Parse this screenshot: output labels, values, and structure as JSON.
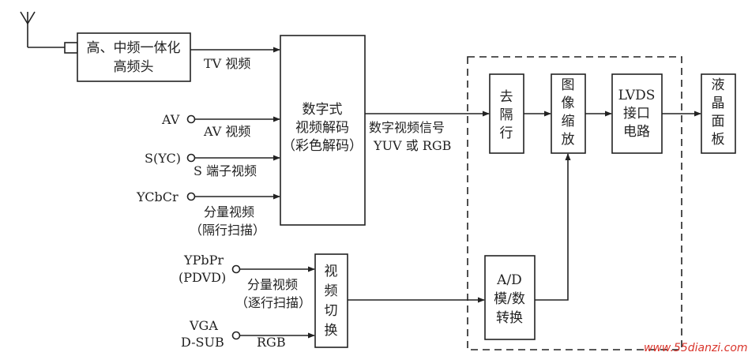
{
  "blocks": {
    "tuner": [
      "高、中频一体化",
      "高频头"
    ],
    "decoder": [
      "数字式",
      "视频解码",
      "（彩色解码）"
    ],
    "deinterlace": [
      "去",
      "隔",
      "行"
    ],
    "scaler": [
      "图",
      "像",
      "缩",
      "放"
    ],
    "lvds": [
      "LVDS",
      "接口",
      "电路"
    ],
    "lcd": [
      "液",
      "晶",
      "面",
      "板"
    ],
    "switch": [
      "视",
      "频",
      "切",
      "换"
    ],
    "adc": [
      "A/D",
      "模/数",
      "转换"
    ]
  },
  "inputs": {
    "av": "AV",
    "s_video": "S(YC)",
    "component_interlaced": "YCbCr",
    "component_progressive": [
      "YPbPr",
      "(PDVD)"
    ],
    "vga": [
      "VGA",
      "D-SUB"
    ]
  },
  "signals": {
    "tv_video": "TV 视频",
    "av_video": "AV 视频",
    "s_terminal_video": "S 端子视频",
    "component_interlaced": [
      "分量视频",
      "（隔行扫描）"
    ],
    "component_progressive": [
      "分量视频",
      "（逐行扫描）"
    ],
    "rgb": "RGB",
    "digital_video": [
      "数字视频信号",
      "YUV 或 RGB"
    ]
  },
  "watermark": "www.55dianzi.com"
}
